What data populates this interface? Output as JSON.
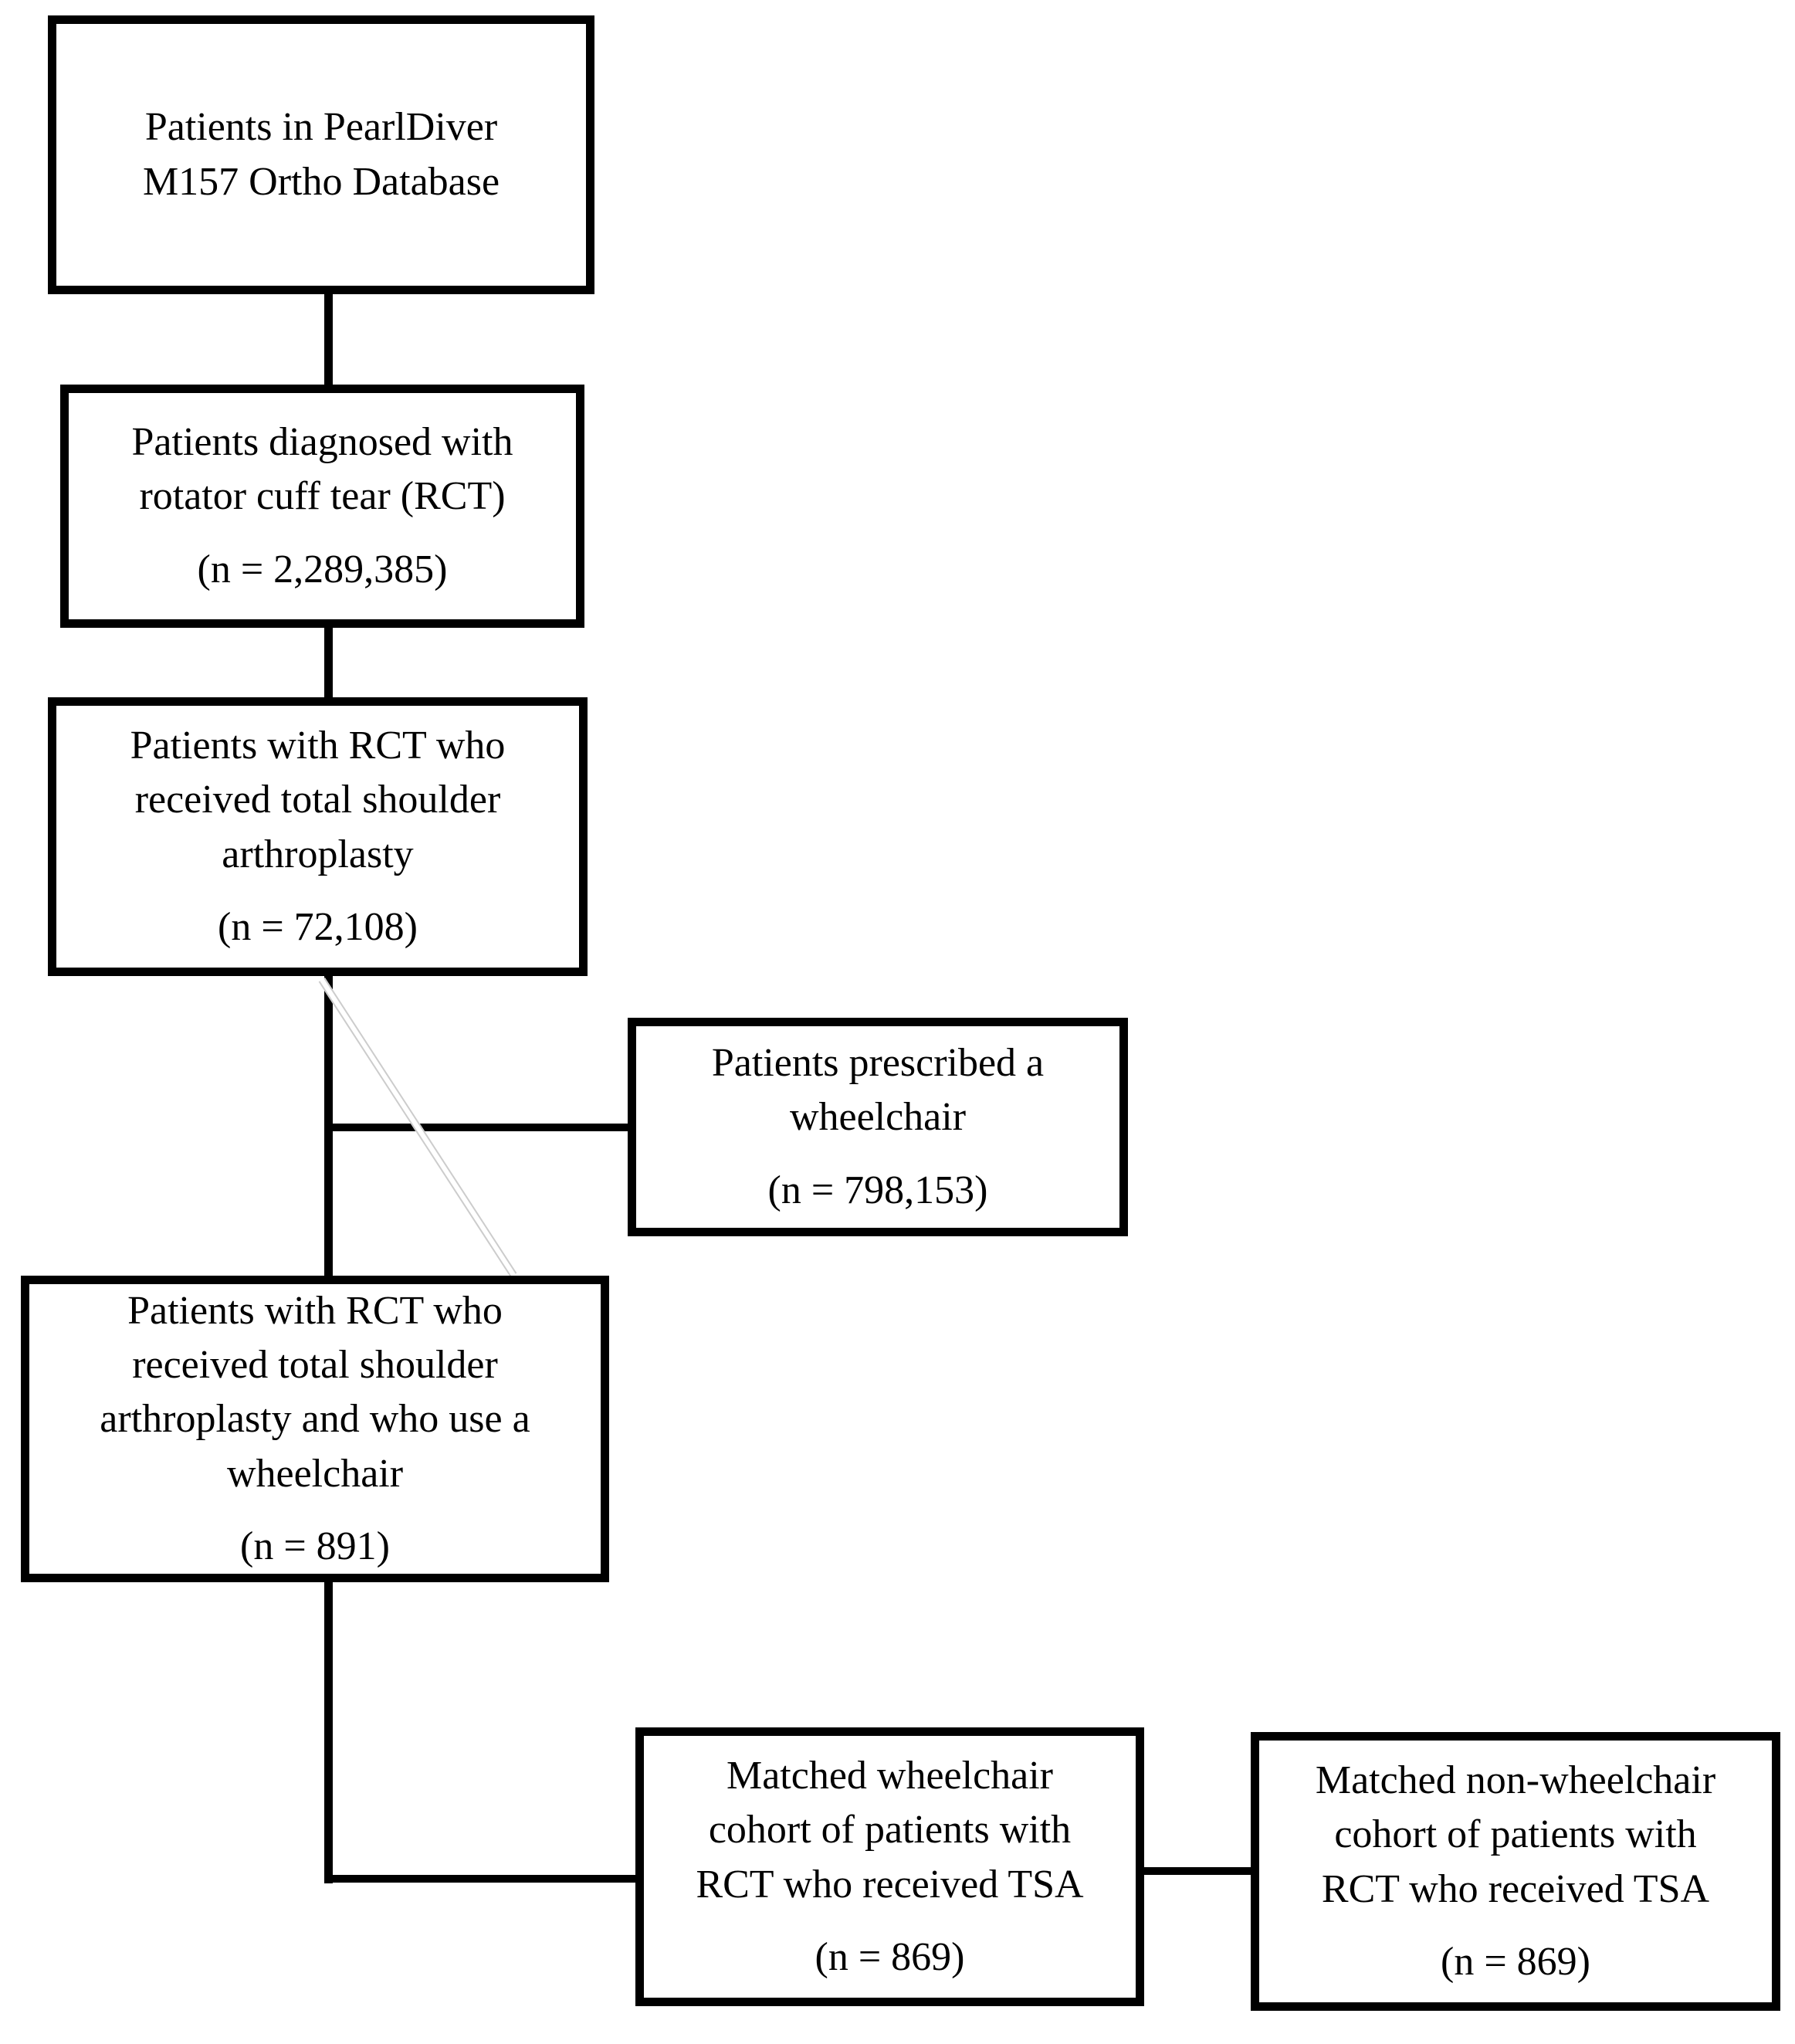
{
  "figure": {
    "type": "patient-selection-flowchart",
    "colors": {
      "ink": "#000000",
      "paper": "#ffffff",
      "artifact_edge": "#cccccc"
    },
    "boxes": {
      "source": {
        "label": "Patients in PearlDiver\nM157 Ortho Database",
        "n": ""
      },
      "rct": {
        "label": "Patients diagnosed with\nrotator cuff tear (RCT)",
        "n": "(n = 2,289,385)"
      },
      "tsa": {
        "label": "Patients with RCT who\nreceived total shoulder\narthroplasty",
        "n": "(n = 72,108)"
      },
      "wheelchair": {
        "label": "Patients prescribed a\nwheelchair",
        "n": "(n = 798,153)"
      },
      "tsa_wheelchair": {
        "label": "Patients with RCT who\nreceived total shoulder\narthroplasty and who use a\nwheelchair",
        "n": "(n = 891)"
      },
      "matched_wheelchair": {
        "label": "Matched wheelchair\ncohort of patients with\nRCT who received TSA",
        "n": "(n = 869)"
      },
      "matched_non_wheelchair": {
        "label": "Matched non-wheelchair\ncohort of patients with\nRCT who received TSA",
        "n": "(n = 869)"
      }
    }
  }
}
